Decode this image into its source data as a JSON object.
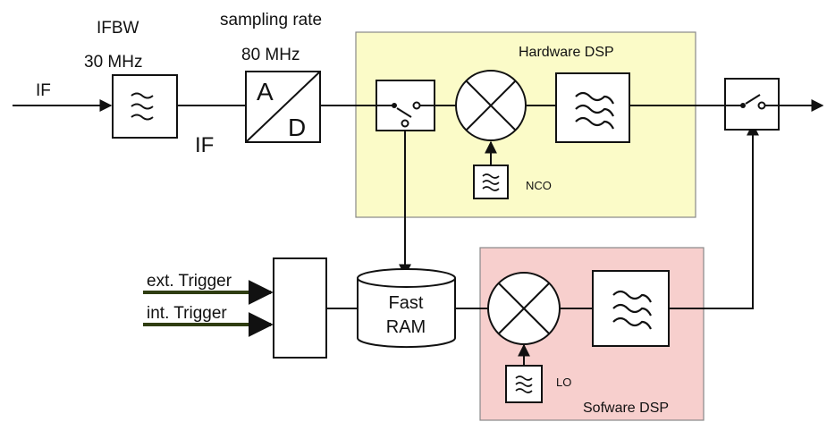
{
  "labels": {
    "ifbw": "IFBW",
    "ifbw_value": "30 MHz",
    "sampling_rate": "sampling rate",
    "sampling_value": "80 MHz",
    "if_input": "IF",
    "if_after_filter": "IF",
    "adc_a": "A",
    "adc_d": "D",
    "hardware_dsp": "Hardware DSP",
    "software_dsp": "Sofware DSP",
    "nco": "NCO",
    "lo": "LO",
    "ram_line1": "Fast",
    "ram_line2": "RAM",
    "ext_trigger": "ext. Trigger",
    "int_trigger": "int. Trigger"
  },
  "colors": {
    "hardware_dsp_fill": "#fbfbc8",
    "software_dsp_fill": "#f7cfcd",
    "line": "#111111",
    "trigger_arrow": "#2f3d12"
  },
  "icons": {
    "filter": "tilde-stack-icon",
    "mixer": "circle-x-icon",
    "switch": "switch-icon",
    "oscillator": "tilde-stack-icon"
  }
}
